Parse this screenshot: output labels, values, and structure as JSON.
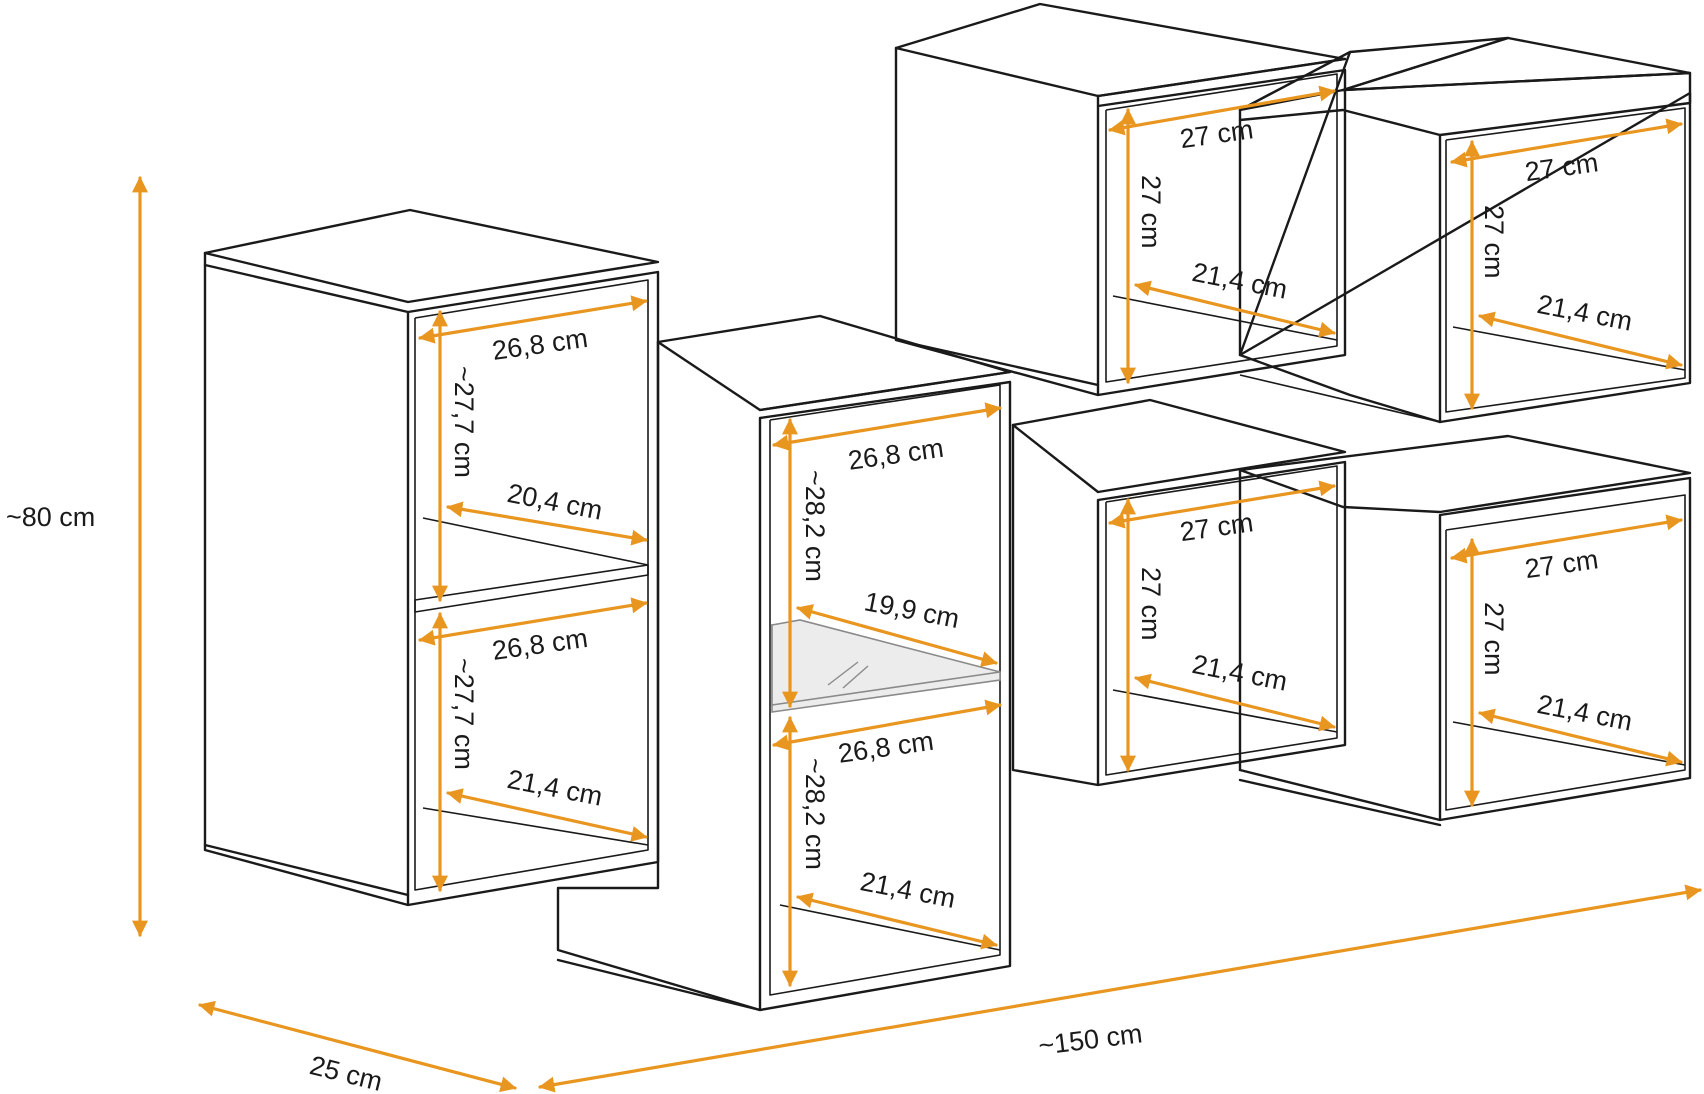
{
  "overall": {
    "height": "~80 cm",
    "depth": "25 cm",
    "width": "~150 cm"
  },
  "tall_left": {
    "top_width": "26,8 cm",
    "top_height": "~27,7 cm",
    "top_depth": "20,4 cm",
    "bottom_width": "26,8 cm",
    "bottom_height": "~27,7 cm",
    "bottom_depth": "21,4 cm"
  },
  "tall_center": {
    "top_width": "26,8 cm",
    "top_height": "~28,2 cm",
    "glass_depth": "19,9 cm",
    "bottom_width": "26,8 cm",
    "bottom_height": "~28,2 cm",
    "bottom_depth": "21,4 cm"
  },
  "cubes": [
    {
      "width": "27 cm",
      "height": "27 cm",
      "depth": "21,4 cm"
    },
    {
      "width": "27 cm",
      "height": "27 cm",
      "depth": "21,4 cm"
    },
    {
      "width": "27 cm",
      "height": "27 cm",
      "depth": "21,4 cm"
    },
    {
      "width": "27 cm",
      "height": "27 cm",
      "depth": "21,4 cm"
    }
  ],
  "colors": {
    "dimension": "#e8961f",
    "outline": "#1a1a1a",
    "glass": "#8a8a8a"
  }
}
